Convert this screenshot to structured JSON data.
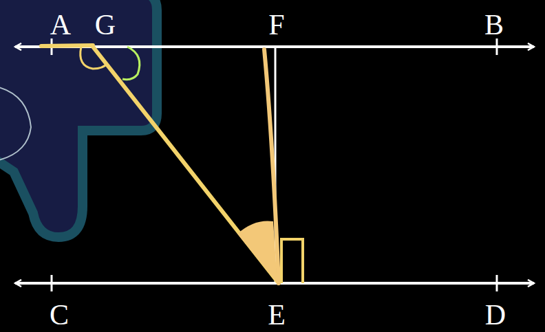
{
  "diagram": {
    "labels": [
      "A",
      "G",
      "F",
      "B",
      "C",
      "E",
      "D"
    ]
  }
}
